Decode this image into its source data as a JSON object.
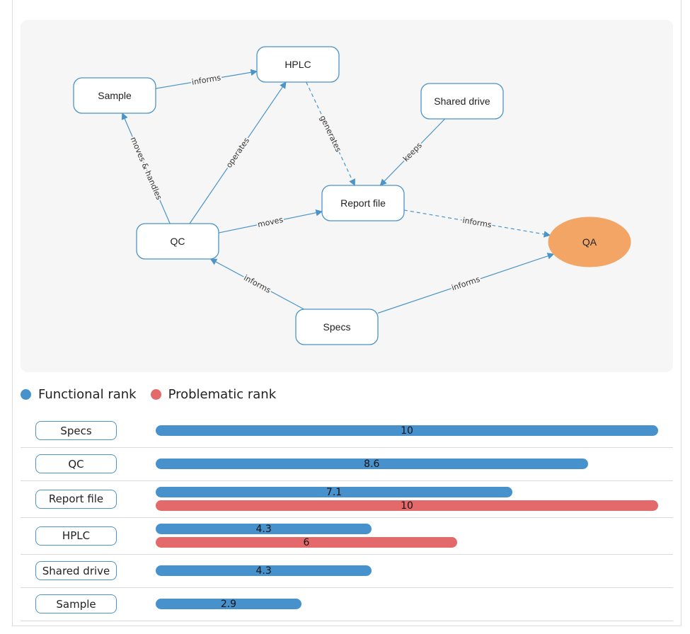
{
  "graph": {
    "nodes": [
      {
        "id": "sample",
        "label": "Sample",
        "shape": "box"
      },
      {
        "id": "hplc",
        "label": "HPLC",
        "shape": "box"
      },
      {
        "id": "shared_drive",
        "label": "Shared drive",
        "shape": "box"
      },
      {
        "id": "report_file",
        "label": "Report file",
        "shape": "box"
      },
      {
        "id": "qc",
        "label": "QC",
        "shape": "box"
      },
      {
        "id": "qa",
        "label": "QA",
        "shape": "ellipse",
        "fill": "#f2a564"
      },
      {
        "id": "specs",
        "label": "Specs",
        "shape": "box"
      }
    ],
    "edges": [
      {
        "from": "sample",
        "to": "hplc",
        "label": "informs",
        "dashed": false
      },
      {
        "from": "qc",
        "to": "sample",
        "label": "moves & handles",
        "dashed": false
      },
      {
        "from": "qc",
        "to": "hplc",
        "label": "operates",
        "dashed": false
      },
      {
        "from": "hplc",
        "to": "report_file",
        "label": "generates",
        "dashed": true
      },
      {
        "from": "shared_drive",
        "to": "report_file",
        "label": "keeps",
        "dashed": false
      },
      {
        "from": "qc",
        "to": "report_file",
        "label": "moves",
        "dashed": false
      },
      {
        "from": "report_file",
        "to": "qa",
        "label": "informs",
        "dashed": true
      },
      {
        "from": "specs",
        "to": "qc",
        "label": "informs",
        "dashed": false
      },
      {
        "from": "specs",
        "to": "qa",
        "label": "informs",
        "dashed": false
      }
    ]
  },
  "legend": {
    "functional_label": "Functional rank",
    "problematic_label": "Problematic rank",
    "functional_color": "#4792cc",
    "problematic_color": "#e3696a"
  },
  "ranks": {
    "max": 10,
    "rows": [
      {
        "label": "Specs",
        "functional": 10,
        "problematic": null
      },
      {
        "label": "QC",
        "functional": 8.6,
        "problematic": null
      },
      {
        "label": "Report file",
        "functional": 7.1,
        "problematic": 10
      },
      {
        "label": "HPLC",
        "functional": 4.3,
        "problematic": 6
      },
      {
        "label": "Shared drive",
        "functional": 4.3,
        "problematic": null
      },
      {
        "label": "Sample",
        "functional": 2.9,
        "problematic": null
      }
    ]
  }
}
